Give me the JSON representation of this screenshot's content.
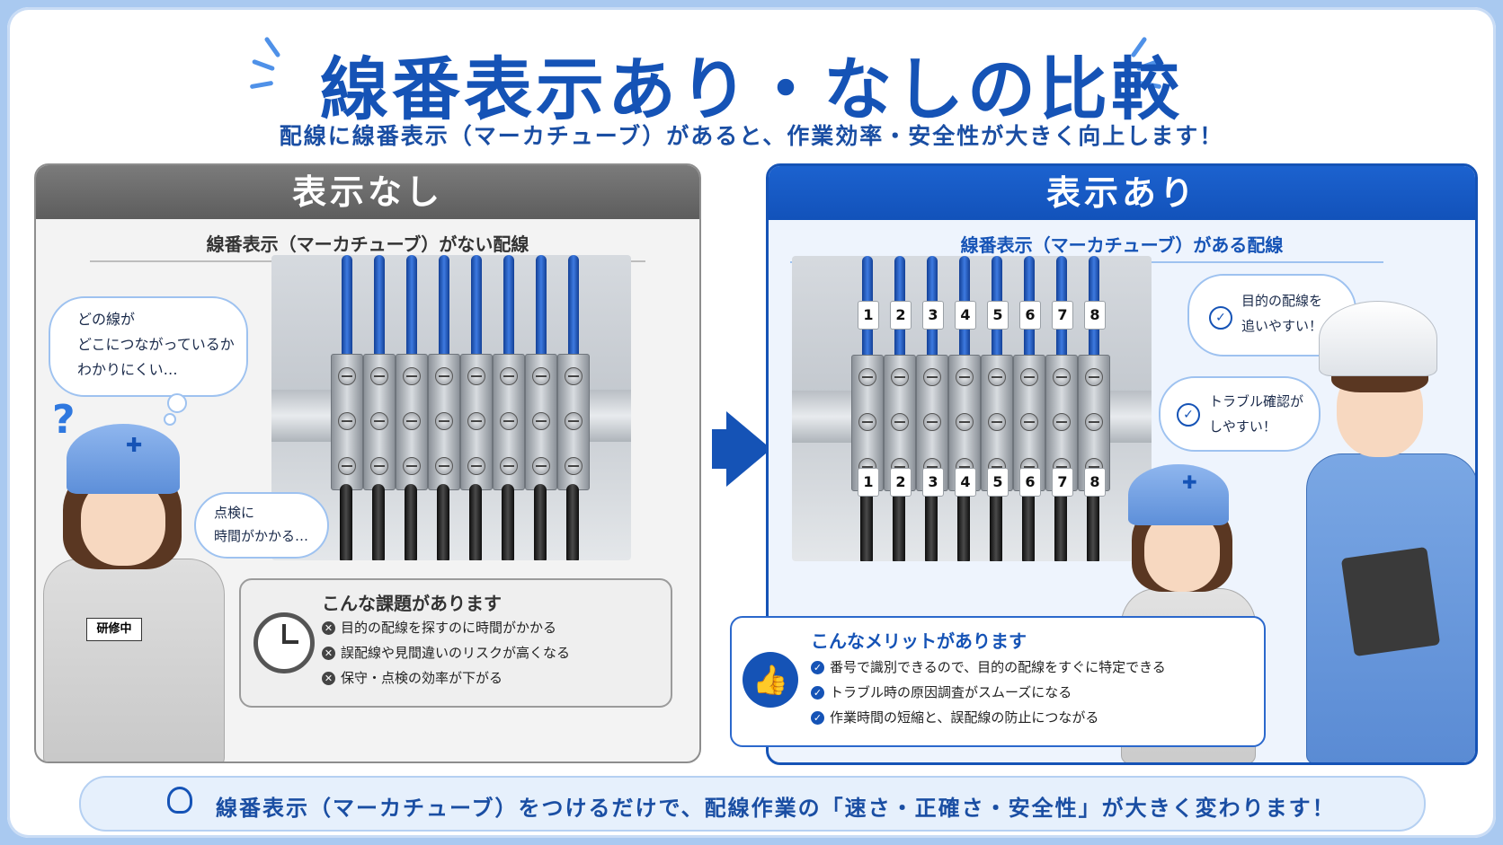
{
  "title": "線番表示あり・なしの比較",
  "subtitle": "配線に線番表示（マーカチューブ）があると、作業効率・安全性が大きく向上します！",
  "left": {
    "header": "表示なし",
    "subheader": "線番表示（マーカチューブ）がない配線",
    "bubble_main_lines": [
      "どの線が",
      "どこにつながっているか",
      "わかりにくい…"
    ],
    "bubble_small_lines": [
      "点検に",
      "時間がかかる…"
    ],
    "question_mark": "?",
    "badge": "研修中",
    "box": {
      "title": "こんな課題があります",
      "items": [
        "目的の配線を探すのに時間がかかる",
        "誤配線や見間違いのリスクが高くなる",
        "保守・点検の効率が下がる"
      ]
    }
  },
  "right": {
    "header": "表示あり",
    "subheader": "線番表示（マーカチューブ）がある配線",
    "markers": [
      "1",
      "2",
      "3",
      "4",
      "5",
      "6",
      "7",
      "8"
    ],
    "bubble_top_lines": [
      "目的の配線を",
      "追いやすい！"
    ],
    "bubble_mid_lines": [
      "トラブル確認が",
      "しやすい！"
    ],
    "box": {
      "title": "こんなメリットがあります",
      "items": [
        "番号で識別できるので、目的の配線をすぐに特定できる",
        "トラブル時の原因調査がスムーズになる",
        "作業時間の短縮と、誤配線の防止につながる"
      ]
    }
  },
  "footer": "線番表示（マーカチューブ）をつけるだけで、配線作業の「速さ・正確さ・安全性」が大きく変わります！",
  "colors": {
    "accent": "#1553b6",
    "gray_header": "#6a6a6a",
    "background": "#a9c9f0"
  },
  "icons": [
    "stopwatch-icon",
    "thumbs-up-icon",
    "lightbulb-icon",
    "check-circle-icon",
    "x-circle-icon",
    "arrow-right-icon"
  ]
}
